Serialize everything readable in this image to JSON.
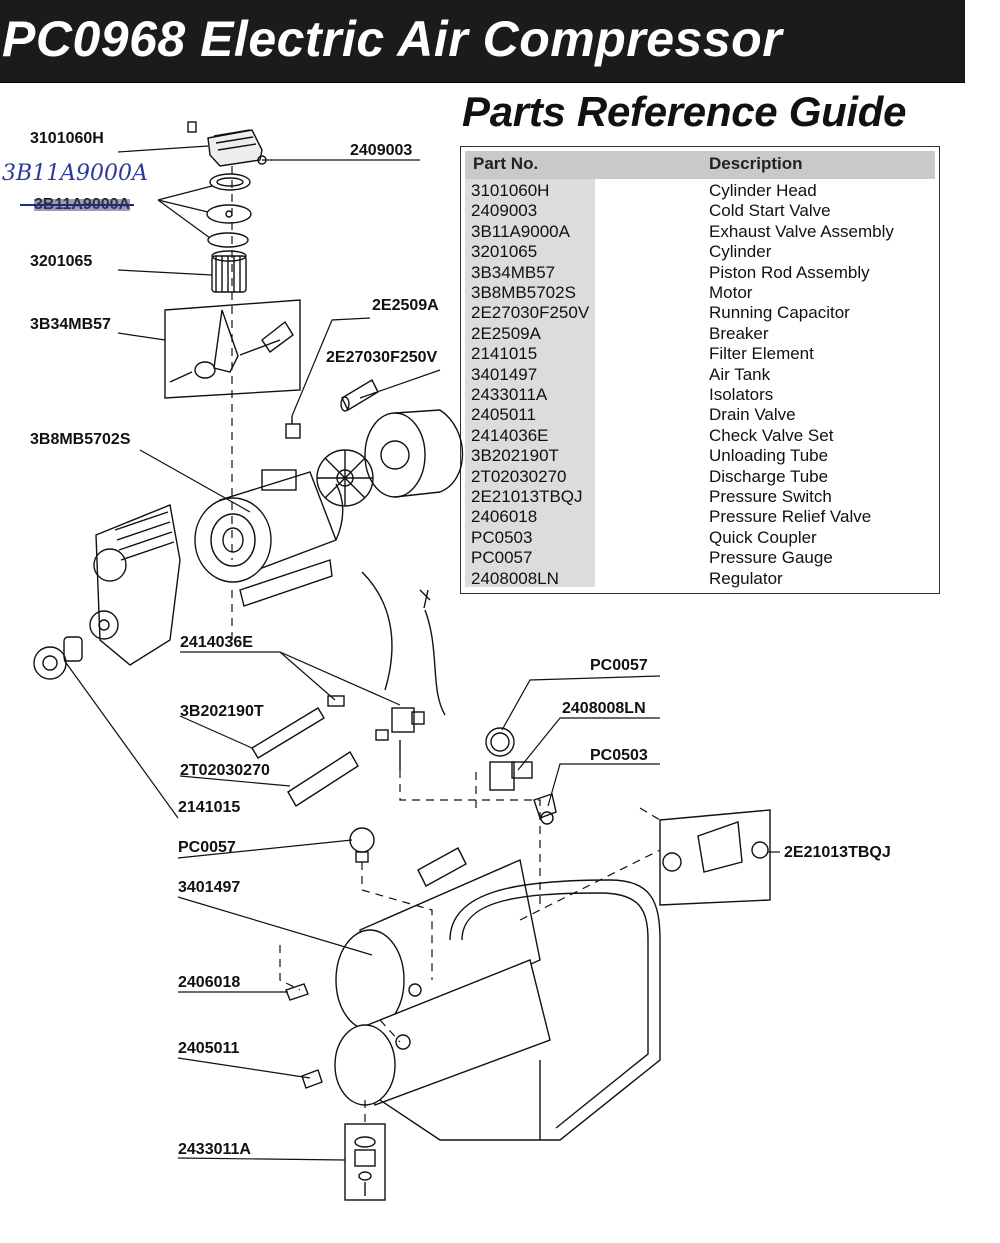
{
  "header": {
    "title": "PC0968  Electric Air Compressor",
    "subtitle": "Parts Reference Guide"
  },
  "table": {
    "col_part": "Part No.",
    "col_desc": "Description",
    "rows": [
      {
        "part": "3101060H",
        "desc": "Cylinder Head"
      },
      {
        "part": "2409003",
        "desc": "Cold Start Valve"
      },
      {
        "part": "3B11A9000A",
        "desc": "Exhaust Valve Assembly"
      },
      {
        "part": "3201065",
        "desc": "Cylinder"
      },
      {
        "part": "3B34MB57",
        "desc": "Piston Rod Assembly"
      },
      {
        "part": "3B8MB5702S",
        "desc": "Motor"
      },
      {
        "part": "2E27030F250V",
        "desc": "Running Capacitor"
      },
      {
        "part": "2E2509A",
        "desc": "Breaker"
      },
      {
        "part": "2141015",
        "desc": "Filter Element"
      },
      {
        "part": "3401497",
        "desc": "Air Tank"
      },
      {
        "part": "2433011A",
        "desc": "Isolators"
      },
      {
        "part": "2405011",
        "desc": "Drain Valve"
      },
      {
        "part": "2414036E",
        "desc": "Check Valve Set"
      },
      {
        "part": "3B202190T",
        "desc": "Unloading Tube"
      },
      {
        "part": "2T02030270",
        "desc": "Discharge Tube"
      },
      {
        "part": "2E21013TBQJ",
        "desc": "Pressure Switch"
      },
      {
        "part": "2406018",
        "desc": "Pressure Relief Valve"
      },
      {
        "part": "PC0503",
        "desc": "Quick Coupler"
      },
      {
        "part": "PC0057",
        "desc": "Pressure Gauge"
      },
      {
        "part": "2408008LN",
        "desc": "Regulator"
      }
    ]
  },
  "callouts": {
    "cylinder_head": "3101060H",
    "handwritten_note": "3B11A9000A",
    "crossed_out": "3B11A9000A",
    "cold_start_valve": "2409003",
    "cylinder": "3201065",
    "piston_rod": "3B34MB57",
    "breaker": "2E2509A",
    "capacitor": "2E27030F250V",
    "motor": "3B8MB5702S",
    "check_valve": "2414036E",
    "unloading_tube": "3B202190T",
    "discharge_tube": "2T02030270",
    "filter": "2141015",
    "gauge_top": "PC0057",
    "regulator": "2408008LN",
    "coupler": "PC0503",
    "pressure_switch": "2E21013TBQJ",
    "gauge_tank": "PC0057",
    "air_tank": "3401497",
    "relief_valve": "2406018",
    "drain_valve": "2405011",
    "isolators": "2433011A"
  }
}
